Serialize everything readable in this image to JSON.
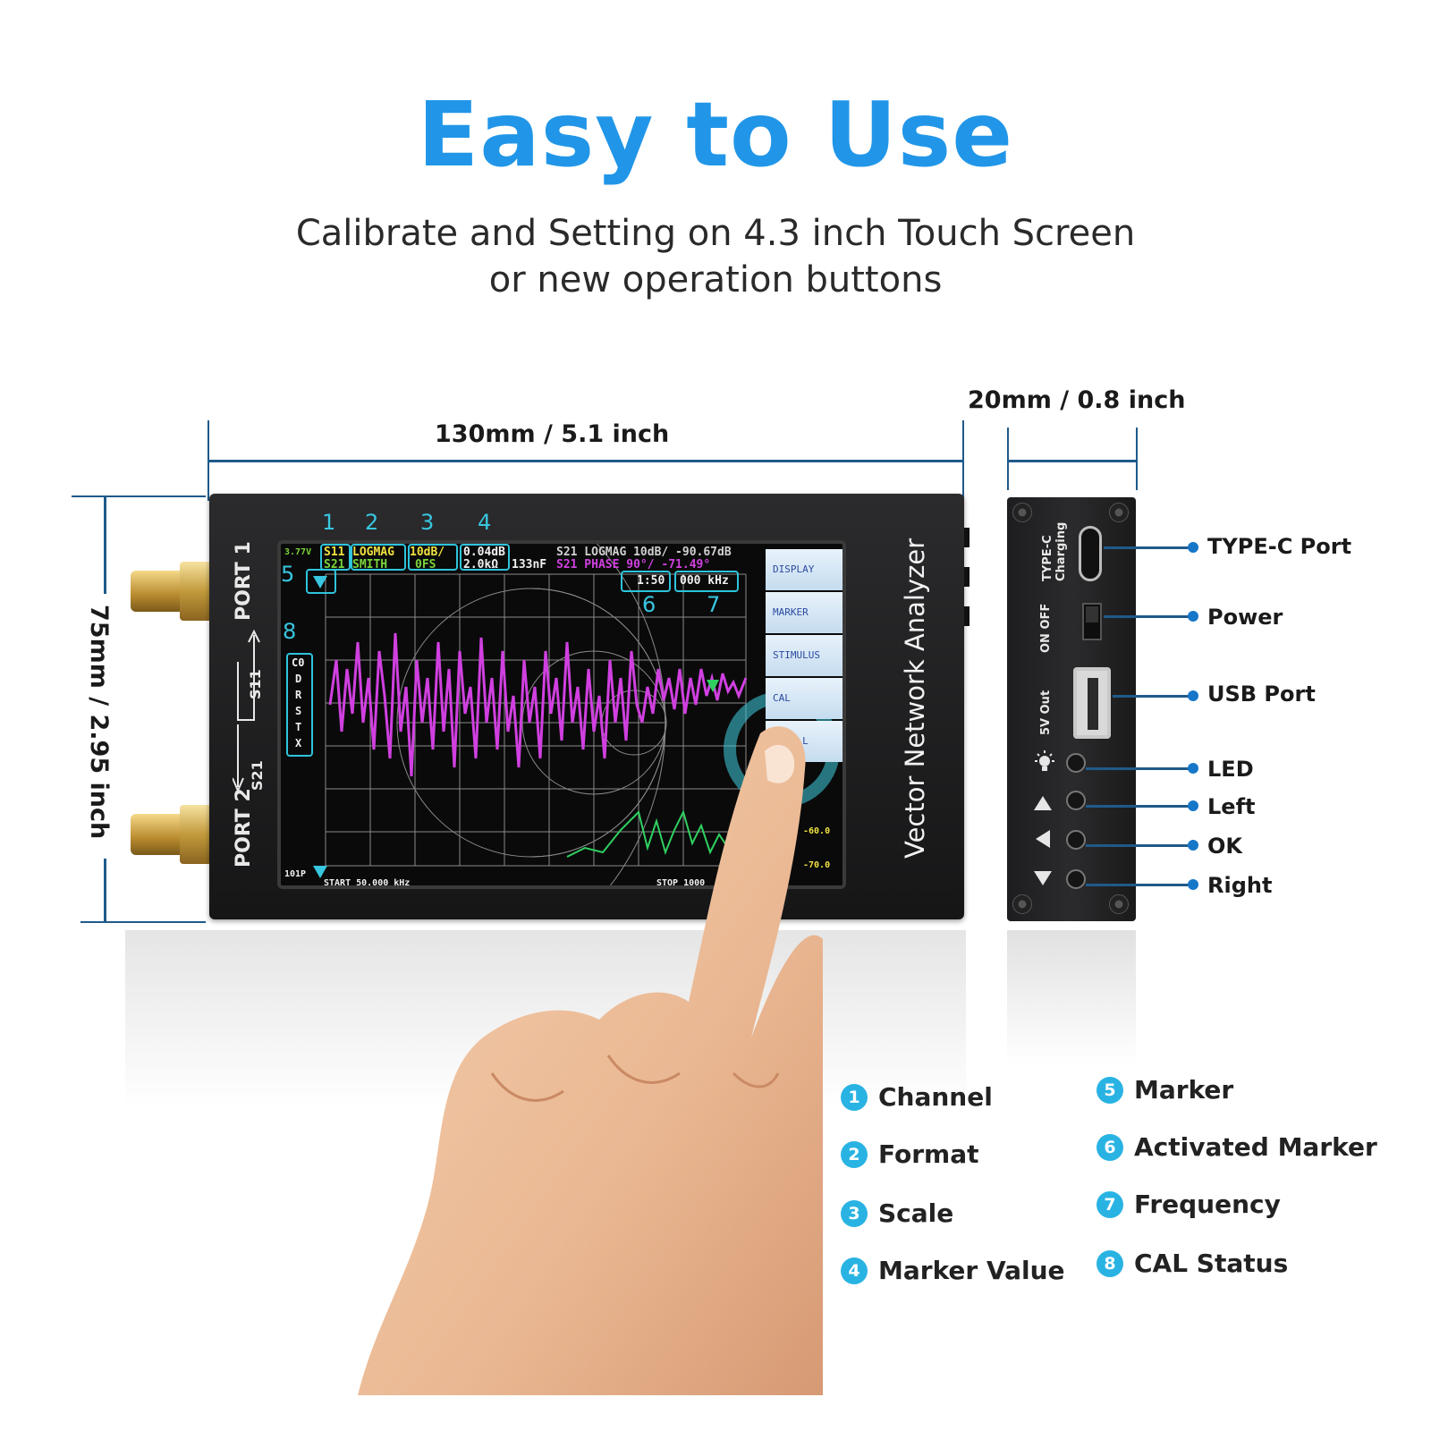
{
  "headline": "Easy to Use",
  "subtitle_line1": "Calibrate and Setting on 4.3 inch Touch Screen",
  "subtitle_line2": "or new operation buttons",
  "dimensions": {
    "width": "130mm / 5.1 inch",
    "height": "75mm / 2.95 inch",
    "depth": "20mm / 0.8 inch"
  },
  "device": {
    "title": "Vector Network Analyzer",
    "port1": "PORT 1",
    "port2": "PORT 2",
    "s11": "S11",
    "s21": "S21"
  },
  "screen": {
    "voltage": "3.77V",
    "ch_labels": [
      "S11",
      "S21"
    ],
    "formats": [
      "LOGMAG",
      "SMITH"
    ],
    "scales": [
      "10dB/",
      "0FS"
    ],
    "marker_values": [
      "0.04dB",
      "2.0kΩ"
    ],
    "extra_value": "133nF",
    "trace_s21_logmag": "S21 LOGMAG 10dB/ -90.67dB",
    "trace_s21_phase": "S21 PHASE 90°/ -71.49°",
    "active_marker": "1:50",
    "frequency": "000 kHz",
    "cal_status": [
      "C0",
      "D",
      "R",
      "S",
      "T",
      "X"
    ],
    "points": "101P",
    "start": "START 50.000 kHz",
    "stop": "STOP 1000",
    "scale_right": [
      "-60.0",
      "-70.0"
    ],
    "menu": [
      "DISPLAY",
      "MARKER",
      "STIMULUS",
      "CAL",
      "RECALL"
    ],
    "region_numbers": [
      "1",
      "2",
      "3",
      "4",
      "5",
      "6",
      "7",
      "8"
    ]
  },
  "side_panel": {
    "typec_label": "TYPE-C Charging",
    "power_label": "ON OFF",
    "usb_label": "5V Out"
  },
  "callouts": [
    "TYPE-C Port",
    "Power",
    "USB Port",
    "LED",
    "Left",
    "OK",
    "Right"
  ],
  "legend": [
    {
      "num": "1",
      "label": "Channel"
    },
    {
      "num": "2",
      "label": "Format"
    },
    {
      "num": "3",
      "label": "Scale"
    },
    {
      "num": "4",
      "label": "Marker Value"
    },
    {
      "num": "5",
      "label": "Marker"
    },
    {
      "num": "6",
      "label": "Activated Marker"
    },
    {
      "num": "7",
      "label": "Frequency"
    },
    {
      "num": "8",
      "label": "CAL Status"
    }
  ],
  "colors": {
    "headline": "#2196e8",
    "accent_cyan": "#29b3e3",
    "callout_line": "#1677c9",
    "trace_magenta": "#d040e0",
    "trace_green": "#30d060"
  },
  "icons": [
    "finger-hand",
    "led-bulb-icon",
    "arrow-up-icon",
    "arrow-left-icon",
    "arrow-down-icon"
  ]
}
